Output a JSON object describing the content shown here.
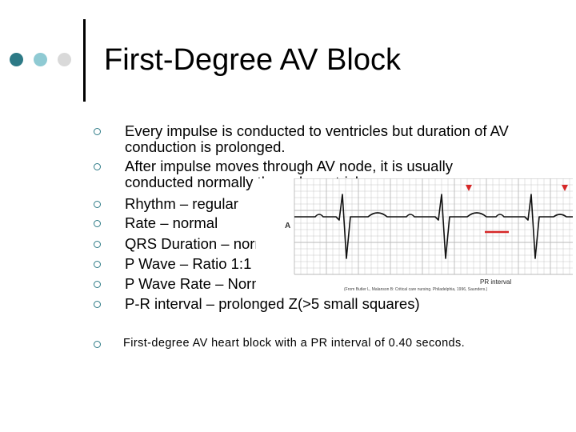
{
  "slide": {
    "title": "First-Degree AV Block",
    "accent_colors": [
      "#2d7a86",
      "#8fcad3",
      "#d9d9d9"
    ],
    "bullet_icon": "hollow-circle-bullet-icon",
    "bullets": [
      "Every impulse is conducted to ventricles but duration of AV conduction is prolonged.",
      "After impulse moves through AV node, it is usually conducted normally through ventricles.",
      "Rhythm – regular",
      "Rate – normal",
      "QRS Duration – normal",
      "P Wave – Ratio 1:1",
      "P Wave Rate – Normal",
      "P-R interval – prolonged Z(>5 small squares)"
    ],
    "caption": "First-degree AV heart block with a PR interval of 0.40 seconds."
  },
  "figure": {
    "panel_label": "A",
    "annotation": "PR interval",
    "source": "(From Butler L, Malanson B: Critical care nursing. Philadelphia, 1996, Saunders.)",
    "marker_color": "#d62828",
    "grid_color": "#b9b9b9"
  }
}
